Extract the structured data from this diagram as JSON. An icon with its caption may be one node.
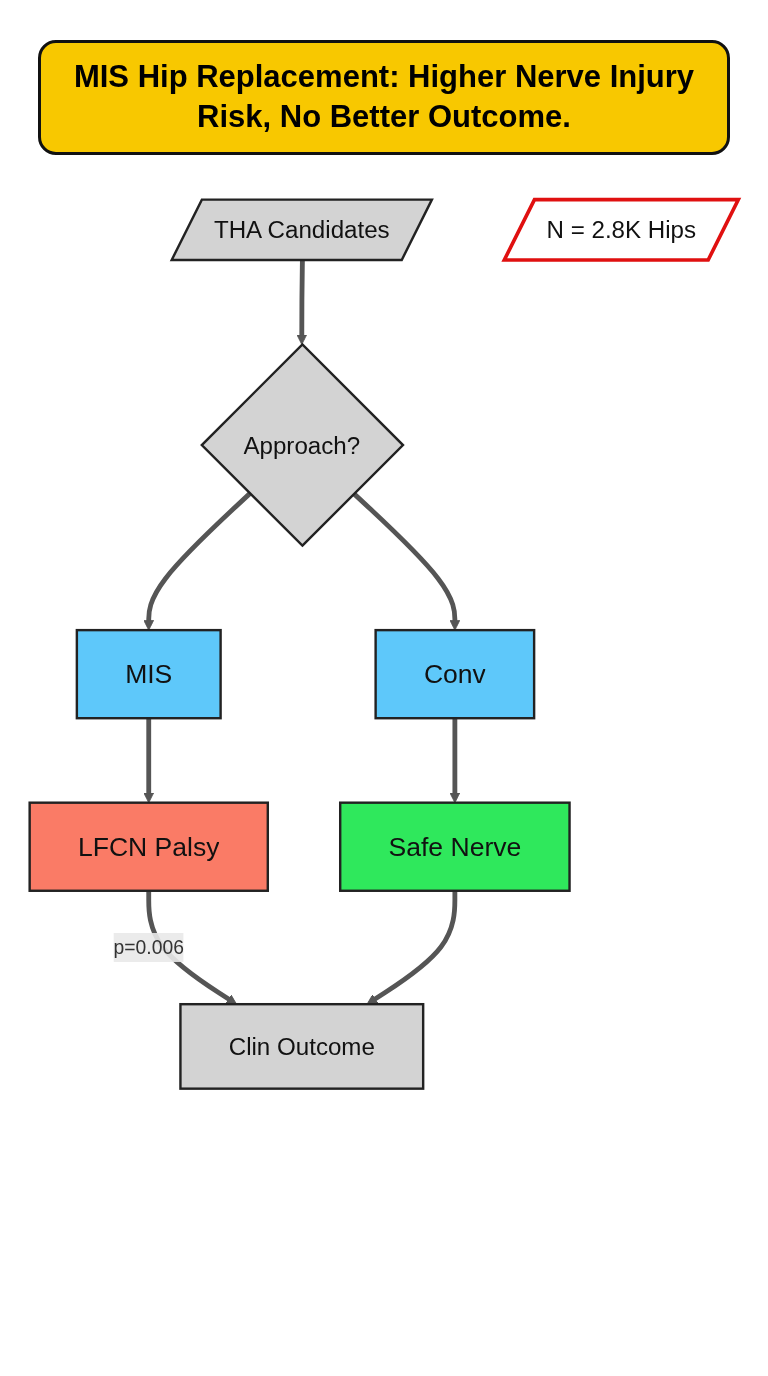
{
  "diagram": {
    "title": "MIS Hip Replacement: Higher Nerve Injury Risk, No Better Outcome.",
    "nodes": [
      {
        "text": [
          "THA Candidates"
        ]
      },
      {
        "text": [
          "Approach?"
        ]
      },
      {
        "text": [
          "MIS"
        ]
      },
      {
        "text": [
          "Conv"
        ]
      },
      {
        "text": [
          "N = 2.8K Hips"
        ]
      },
      {
        "text": [
          "LFCN Palsy"
        ]
      },
      {
        "text": [
          "Safe Nerve"
        ]
      },
      {
        "text": [
          "Clin Outcome"
        ]
      }
    ],
    "edges": [
      {
        "from": 0,
        "to": 1,
        "arrow": "to"
      },
      {
        "from": 1,
        "to": 2,
        "arrow": "to"
      },
      {
        "from": 1,
        "to": 3,
        "arrow": "to"
      },
      {
        "from": 2,
        "to": 5,
        "arrow": "to"
      },
      {
        "from": 3,
        "to": 6,
        "arrow": "to"
      },
      {
        "from": 5,
        "to": 7,
        "arrow": "to",
        "label": "p=0.006"
      },
      {
        "from": 6,
        "to": 7,
        "arrow": "to"
      }
    ]
  }
}
